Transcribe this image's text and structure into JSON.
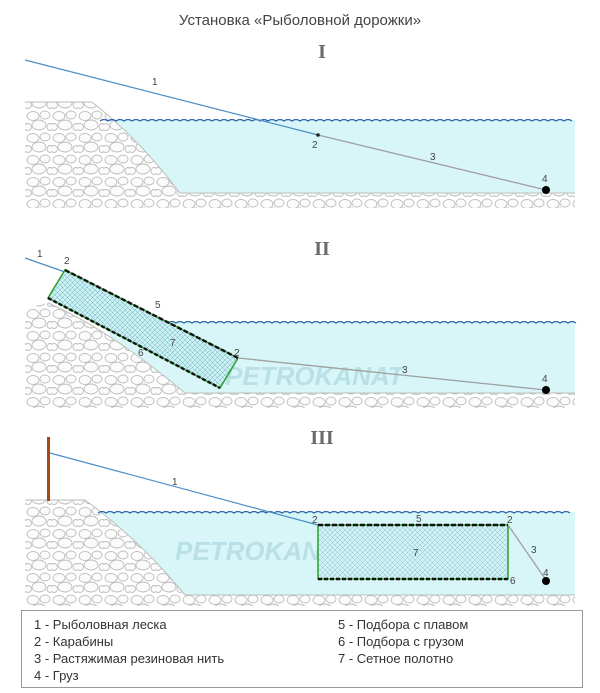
{
  "title": "Установка «Рыболовной дорожки»",
  "panels": [
    {
      "roman": "I",
      "labels": {
        "line": "1",
        "carabiner": "2",
        "rubber": "3",
        "weight": "4"
      }
    },
    {
      "roman": "II",
      "labels": {
        "line": "1",
        "carabiner_a": "2",
        "carabiner_b": "2",
        "rubber": "3",
        "weight": "4",
        "float_rope": "5",
        "sinker_rope": "6",
        "net": "7"
      }
    },
    {
      "roman": "III",
      "labels": {
        "line": "1",
        "carabiner_a": "2",
        "carabiner_b": "2",
        "rubber": "3",
        "weight": "4",
        "float_rope": "5",
        "sinker_rope": "6",
        "net": "7"
      }
    }
  ],
  "watermark": "PETROKANAT",
  "legend": [
    "1 - Рыболовная леска",
    "2 - Карабины",
    "3 - Растяжимая резиновая нить",
    "4 - Груз",
    "5 - Подбора с плавом",
    "6 - Подбора с грузом",
    "7 - Сетное полотно"
  ],
  "colors": {
    "water": "#d8f6f8",
    "water_surface": "#2a64a8",
    "fishing_line": "#4a8ec8",
    "rubber_thread": "#a0a0a0",
    "net_border": "#2aa02a",
    "rope": "#111111",
    "stake": "#a84a10",
    "stones": "#bdbdbd"
  }
}
